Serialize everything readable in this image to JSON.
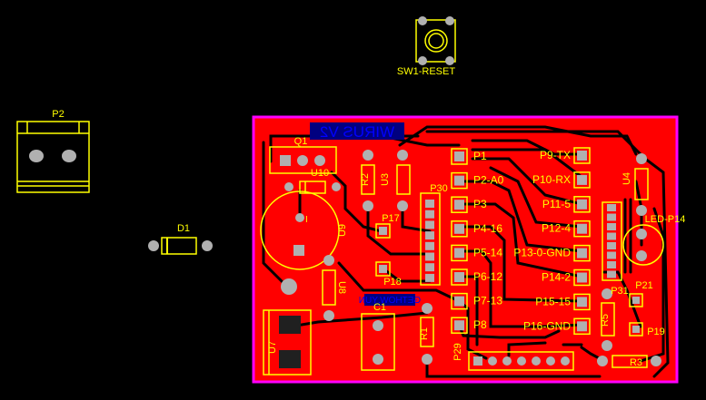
{
  "colors": {
    "background": "#000000",
    "board_fill": "#ff0000",
    "board_outline": "#ff00ff",
    "silkscreen": "#ffff00",
    "trace": "#000000",
    "pad": "#b0b0b0",
    "pad_hole": "#505050",
    "bottom_silk": "#000080",
    "bottom_silk_text": "#0000ff",
    "dark_pad": "#202020"
  },
  "board_title": "WIRUS V2",
  "board_small_label": "GETHOW.YUN",
  "offboard": {
    "sw1": "SW1-RESET",
    "p2": "P2",
    "d1": "D1"
  },
  "components": {
    "q1": "Q1",
    "u10": "U10",
    "r2": "R2",
    "u3": "U3",
    "u9": "U9",
    "u8": "U8",
    "u7": "U7",
    "c1": "C1",
    "r1": "R1",
    "p17": "P17",
    "p18": "P18",
    "p30": "P30",
    "p29": "P29",
    "u4": "U4",
    "r5": "R5",
    "r3": "R3",
    "p31": "P31",
    "p21": "P21",
    "p19": "P19",
    "led": "LED-P14",
    "u9_pin": "I"
  },
  "left_header_pins": [
    "P1",
    "P2-A0",
    "P3",
    "P4-16",
    "P5-14",
    "P6-12",
    "P7-13",
    "P8"
  ],
  "right_header_pins": [
    "P9-TX",
    "P10-RX",
    "P11-5",
    "P12-4",
    "P13-0-GND",
    "P14-2",
    "P15-15",
    "P16-GND"
  ]
}
